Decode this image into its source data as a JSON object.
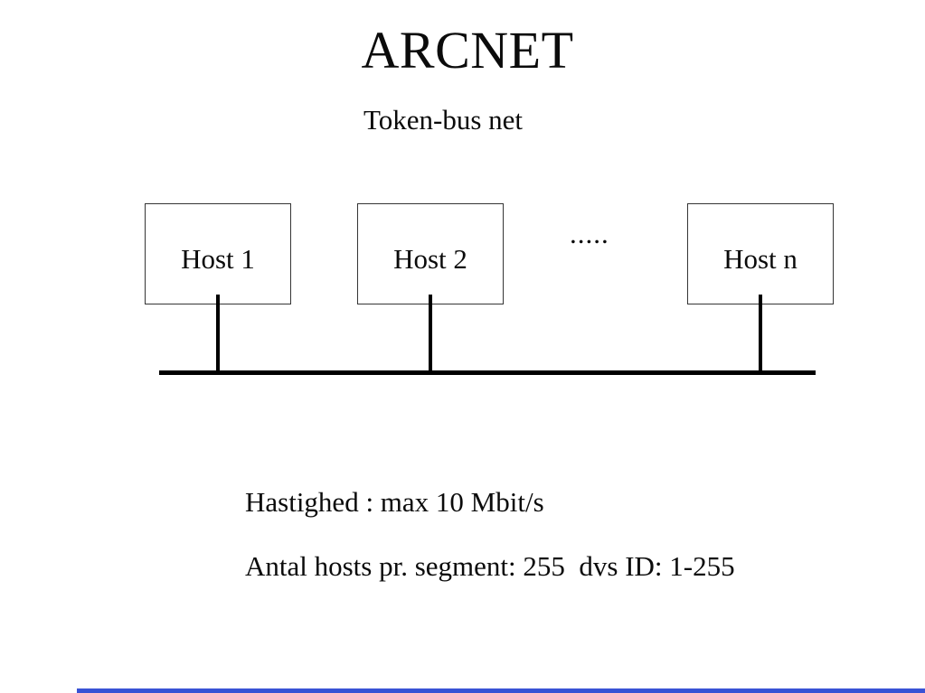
{
  "slide": {
    "title": "ARCNET",
    "subtitle": "Token-bus net",
    "diagram": {
      "type": "token-bus-network",
      "hosts": [
        {
          "label": "Host 1"
        },
        {
          "label": "Host 2"
        },
        {
          "label": "Host n"
        }
      ],
      "ellipsis": ".....",
      "bus": {
        "orientation": "horizontal",
        "color": "#000000"
      }
    },
    "notes": {
      "speed": "Hastighed : max 10 Mbit/s",
      "hosts_per_segment": "Antal hosts pr. segment: 255  dvs ID: 1-255"
    },
    "colors": {
      "background": "#ffffff",
      "text": "#0b0b0b",
      "line": "#000000",
      "box_border": "#353535",
      "accent_bar": "#3a52d5"
    }
  }
}
